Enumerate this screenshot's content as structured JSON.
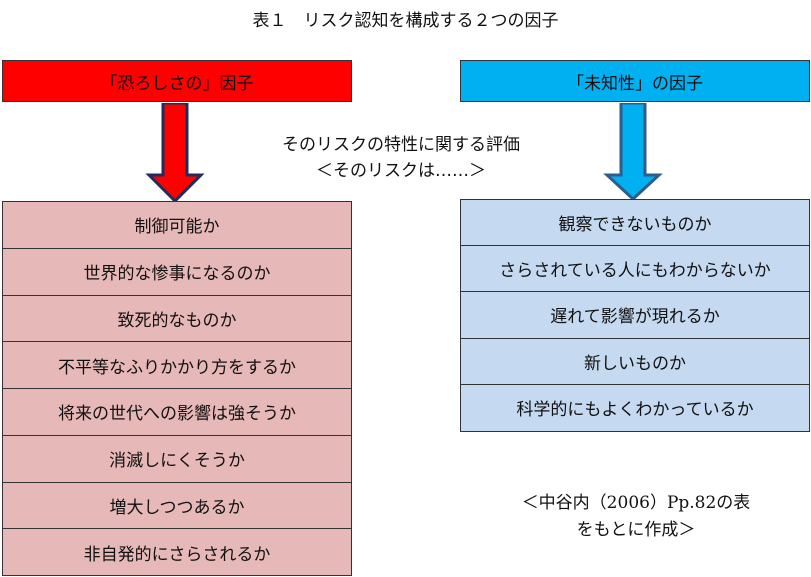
{
  "title": "表１　リスク認知を構成する２つの因子",
  "left_factor": {
    "label": "「恐ろしさの」因子",
    "color": "#ff0000",
    "items": [
      "制御可能か",
      "世界的な惨事になるのか",
      "致死的なものか",
      "不平等なふりかかり方をするか",
      "将来の世代への影響は強そうか",
      "消滅しにくそうか",
      "増大しつつあるか",
      "非自発的にさらされるか"
    ]
  },
  "right_factor": {
    "label": "「未知性」の因子",
    "color": "#00b0f0",
    "items": [
      "観察できないものか",
      "さらされている人にもわからないか",
      "遅れて影響が現れるか",
      "新しいものか",
      "科学的にもよくわかっているか"
    ]
  },
  "center_note": {
    "line1": "そのリスクの特性に関する評価",
    "line2": "＜そのリスクは……＞"
  },
  "source_note": {
    "line1": "＜中谷内（2006）Pp.82の表",
    "line2": "をもとに作成＞"
  }
}
